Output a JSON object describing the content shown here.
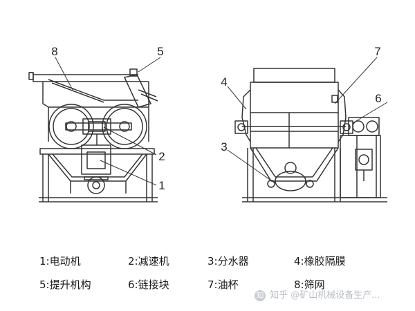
{
  "left_view": {
    "callouts": [
      {
        "number": "8",
        "target": "screen-mesh"
      },
      {
        "number": "5",
        "target": "lifting-mechanism"
      },
      {
        "number": "2",
        "target": "reducer"
      },
      {
        "number": "1",
        "target": "motor"
      }
    ]
  },
  "right_view": {
    "callouts": [
      {
        "number": "7",
        "target": "oil-cup"
      },
      {
        "number": "4",
        "target": "rubber-diaphragm"
      },
      {
        "number": "6",
        "target": "chain-link-block"
      },
      {
        "number": "3",
        "target": "water-distributor"
      }
    ]
  },
  "legend": {
    "row1": [
      "1:电动机",
      "2:减速机",
      "3:分水器",
      "4:橡胶隔膜"
    ],
    "row2": [
      "5:提升机构",
      "6:链接块",
      "7:油杯",
      "8:筛网"
    ]
  },
  "watermark": {
    "logo_glyph": "知",
    "text": "知乎 @矿山机械设备生产..."
  },
  "colors": {
    "line": "#333333",
    "background": "#ffffff",
    "watermark": "#b9bdc4"
  }
}
